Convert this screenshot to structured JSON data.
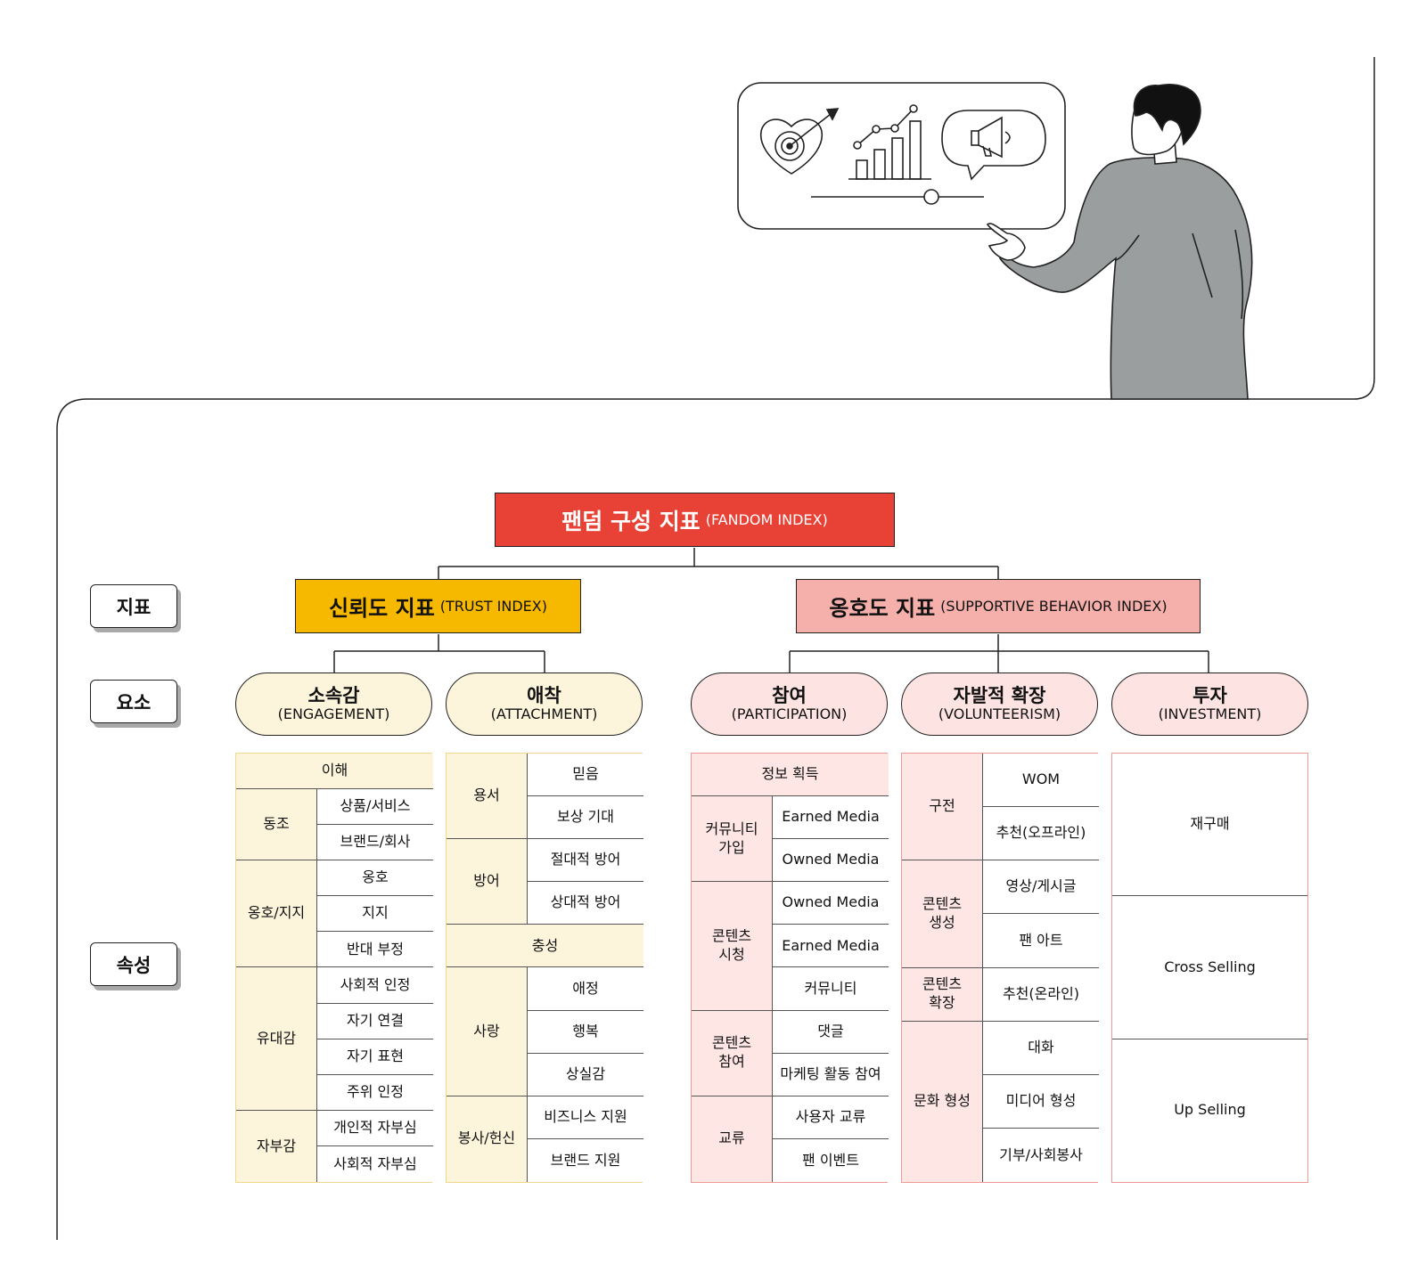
{
  "fandom_index": {
    "ko": "팬덤 구성 지표",
    "en": "(FANDOM INDEX)"
  },
  "side_labels": {
    "index": "지표",
    "element": "요소",
    "attribute": "속성"
  },
  "trust_index": {
    "ko": "신뢰도 지표",
    "en": "(TRUST INDEX)"
  },
  "support_index": {
    "ko": "옹호도 지표",
    "en": "(SUPPORTIVE BEHAVIOR INDEX)"
  },
  "elements": {
    "engagement": {
      "ko": "소속감",
      "en": "(ENGAGEMENT)"
    },
    "attachment": {
      "ko": "애착",
      "en": "(ATTACHMENT)"
    },
    "participation": {
      "ko": "참여",
      "en": "(PARTICIPATION)"
    },
    "volunteerism": {
      "ko": "자발적 확장",
      "en": "(VOLUNTEERISM)"
    },
    "investment": {
      "ko": "투자",
      "en": "(INVESTMENT)"
    }
  },
  "engagement_table": {
    "understanding": "이해",
    "conformity": "동조",
    "products": "상품/서비스",
    "brand_company": "브랜드/회사",
    "advocacy_support": "옹호/지지",
    "advocacy": "옹호",
    "support": "지지",
    "deny_opposition": "반대 부정",
    "bond": "유대감",
    "social_recognition": "사회적 인정",
    "self_connection": "자기 연결",
    "self_expression": "자기 표현",
    "peer_recognition": "주위 인정",
    "pride": "자부감",
    "personal_pride": "개인적 자부심",
    "social_pride": "사회적 자부심"
  },
  "attachment_table": {
    "forgiveness": "용서",
    "belief": "믿음",
    "reward_expect": "보상 기대",
    "defense": "방어",
    "absolute_defense": "절대적 방어",
    "relative_defense": "상대적 방어",
    "loyalty": "충성",
    "love": "사랑",
    "affection": "애정",
    "happiness": "행복",
    "loss": "상실감",
    "service": "봉사/헌신",
    "business_support": "비즈니스 지원",
    "brand_support": "브랜드 지원"
  },
  "participation_table": {
    "info": "정보 획득",
    "community_join": "커뮤니티\n가입",
    "earned_media_1": "Earned Media",
    "owned_media_1": "Owned Media",
    "content_view": "콘텐츠\n시청",
    "owned_media_2": "Owned Media",
    "earned_media_2": "Earned Media",
    "community": "커뮤니티",
    "content_engage": "콘텐츠\n참여",
    "comment": "댓글",
    "marketing": "마케팅 활동 참여",
    "exchange": "교류",
    "user_exchange": "사용자 교류",
    "fan_event": "팬 이벤트"
  },
  "volunteer_table": {
    "word_of_mouth": "구전",
    "wom": "WOM",
    "rec_offline": "추천(오프라인)",
    "content_create": "콘텐츠\n생성",
    "video_post": "영상/게시글",
    "fan_art": "팬 아트",
    "content_expand": "콘텐츠\n확장",
    "rec_online": "추천(온라인)",
    "culture": "문화 형성",
    "conversation": "대화",
    "media": "미디어 형성",
    "donation": "기부/사회봉사"
  },
  "investment_table": {
    "repurchase": "재구매",
    "cross_selling": "Cross Selling",
    "up_selling": "Up Selling"
  },
  "colors": {
    "main": "#e84236",
    "trust": "#f7b900",
    "support": "#f5b0ab",
    "yellow_bg": "#fdf4dc",
    "pink_bg": "#fde4e2",
    "shirt": "#9b9e9f"
  }
}
